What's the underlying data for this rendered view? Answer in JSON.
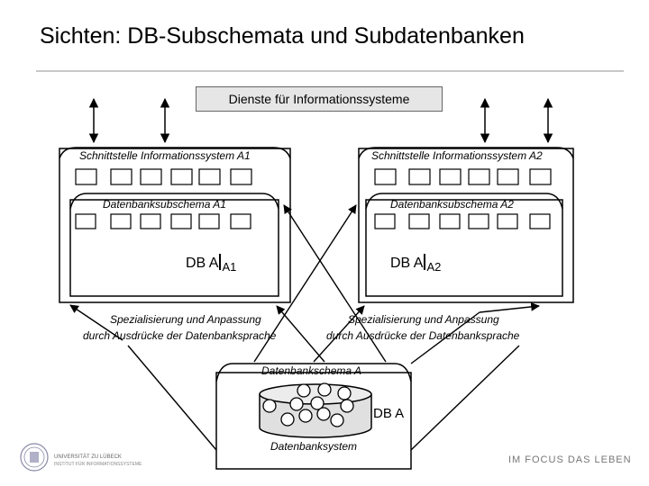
{
  "slide": {
    "title": "Sichten: DB-Subschemata und Subdatenbanken"
  },
  "services": {
    "label": "Dienste für Informationssysteme"
  },
  "interface_a1": {
    "label": "Schnittstelle Informationssystem A1"
  },
  "interface_a2": {
    "label": "Schnittstelle Informationssystem A2"
  },
  "subschema_a1": {
    "label": "Datenbanksubschema A1"
  },
  "subschema_a2": {
    "label": "Datenbanksubschema A2"
  },
  "db_view_a1": {
    "main": "DB A",
    "sub": "A1"
  },
  "db_view_a2": {
    "main": "DB A",
    "sub": "A2"
  },
  "specialization_left": {
    "line1": "Spezialisierung und Anpassung",
    "line2": "durch Ausdrücke der Datenbanksprache"
  },
  "specialization_right": {
    "line1": "Spezialisierung und Anpassung",
    "line2": "durch Ausdrücke der Datenbanksprache"
  },
  "db_schema": {
    "label": "Datenbankschema A"
  },
  "database": {
    "label": "DB A"
  },
  "db_system": {
    "label": "Datenbanksystem"
  },
  "footer": {
    "university_line1": "UNIVERSITÄT ZU LÜBECK",
    "university_line2": "INSTITUT FÜR INFORMATIONSSYSTEME",
    "slogan": "IM FOCUS DAS LEBEN"
  }
}
